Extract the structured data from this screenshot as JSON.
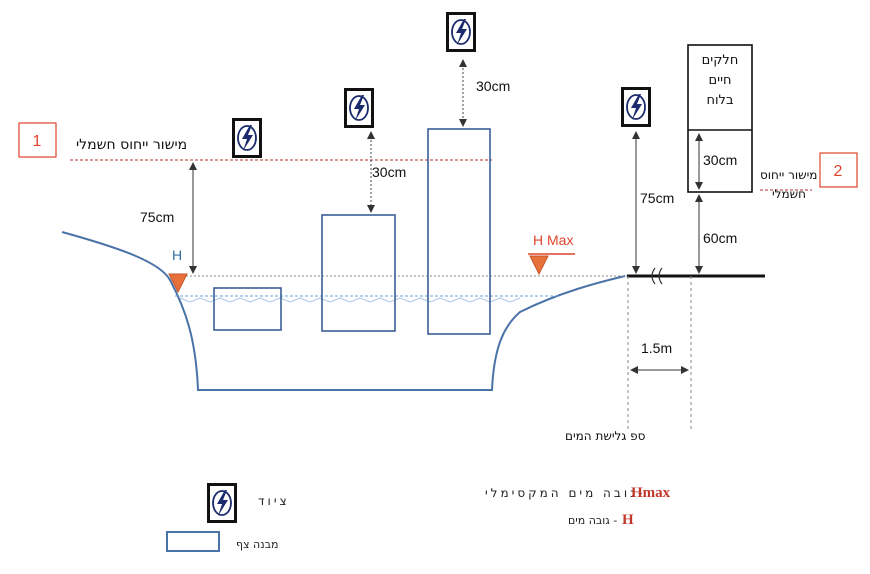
{
  "labels": {
    "ref_plane_left": "מישור ייחוס חשמלי",
    "ref_plane_right_1": "מישור ייחוס",
    "ref_plane_right_2": "חשמלי",
    "live_parts_1": "חלקים",
    "live_parts_2": "חיים",
    "live_parts_3": "בלוח",
    "h_label": "H",
    "hmax_label": "H Max",
    "shore_label": "ספ גלישת המים"
  },
  "badges": {
    "one": "1",
    "two": "2"
  },
  "dimensions": {
    "d_75_left": "75cm",
    "d_30_mid": "30cm",
    "d_30_top": "30cm",
    "d_75_right": "75cm",
    "d_30_panel": "30cm",
    "d_60": "60cm",
    "d_15": "1.5m"
  },
  "legend": {
    "equipment": "ציוד",
    "floating_structure": "מבנה צף",
    "hmax_text": "גובה מים המקסימלי-",
    "hmax_red": "Hmax",
    "h_text": "גובה מים -",
    "h_red": "H"
  },
  "colors": {
    "water_line": "#4a73a8",
    "ref_line": "#b03030",
    "marker": "#e8703a",
    "badge_border": "#e0442c"
  },
  "icons": [
    "lightning-icon"
  ]
}
